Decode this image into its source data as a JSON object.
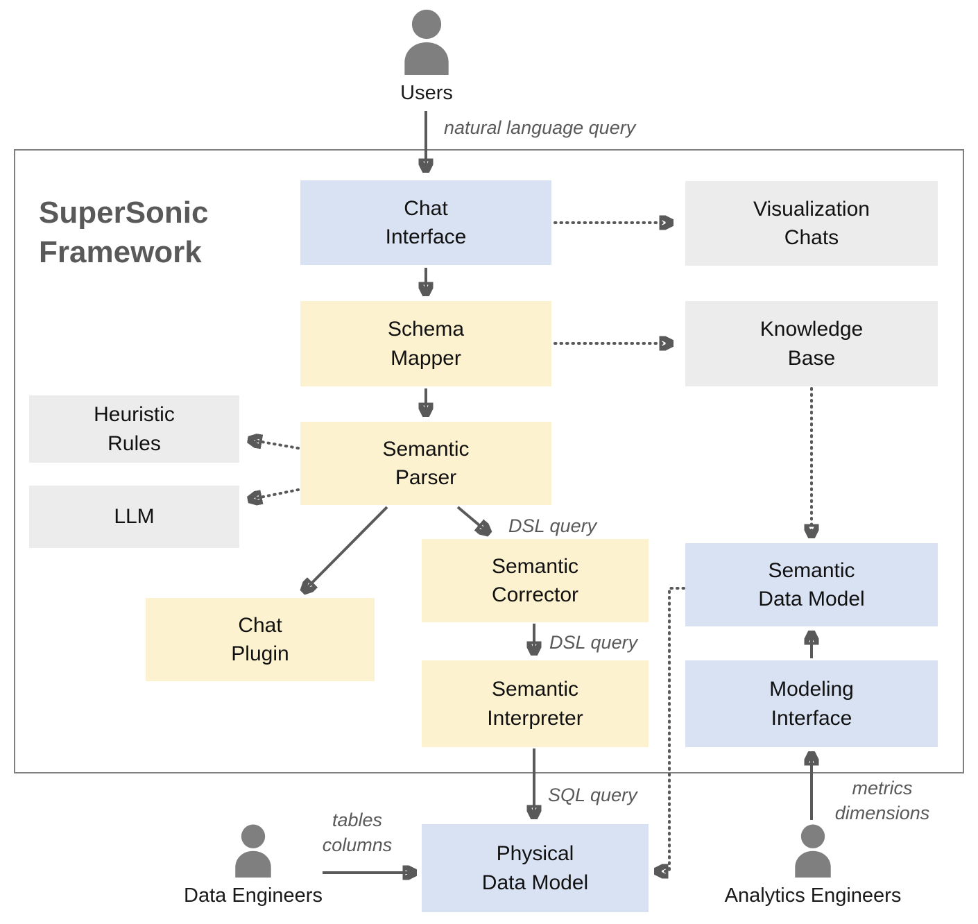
{
  "title": "SuperSonic\nFramework",
  "actors": {
    "users": {
      "label": "Users"
    },
    "data_engineers": {
      "label": "Data Engineers"
    },
    "analytics_engineers": {
      "label": "Analytics Engineers"
    }
  },
  "nodes": {
    "chat_interface": {
      "label": "Chat\nInterface",
      "type": "blue"
    },
    "visualization_chats": {
      "label": "Visualization\nChats",
      "type": "gray"
    },
    "schema_mapper": {
      "label": "Schema\nMapper",
      "type": "yellow"
    },
    "knowledge_base": {
      "label": "Knowledge\nBase",
      "type": "gray"
    },
    "heuristic_rules": {
      "label": "Heuristic\nRules",
      "type": "gray"
    },
    "llm": {
      "label": "LLM",
      "type": "gray"
    },
    "semantic_parser": {
      "label": "Semantic\nParser",
      "type": "yellow"
    },
    "chat_plugin": {
      "label": "Chat\nPlugin",
      "type": "yellow"
    },
    "semantic_corrector": {
      "label": "Semantic\nCorrector",
      "type": "yellow"
    },
    "semantic_interpreter": {
      "label": "Semantic\nInterpreter",
      "type": "yellow"
    },
    "semantic_data_model": {
      "label": "Semantic\nData Model",
      "type": "blue"
    },
    "modeling_interface": {
      "label": "Modeling\nInterface",
      "type": "blue"
    },
    "physical_data_model": {
      "label": "Physical\nData Model",
      "type": "blue"
    }
  },
  "edges": [
    {
      "from": "users",
      "to": "chat_interface",
      "style": "solid",
      "label": "natural language query"
    },
    {
      "from": "chat_interface",
      "to": "visualization_chats",
      "style": "dotted",
      "label": ""
    },
    {
      "from": "chat_interface",
      "to": "schema_mapper",
      "style": "solid",
      "label": ""
    },
    {
      "from": "schema_mapper",
      "to": "knowledge_base",
      "style": "dotted",
      "label": ""
    },
    {
      "from": "schema_mapper",
      "to": "semantic_parser",
      "style": "solid",
      "label": ""
    },
    {
      "from": "semantic_parser",
      "to": "heuristic_rules",
      "style": "dotted",
      "label": ""
    },
    {
      "from": "semantic_parser",
      "to": "llm",
      "style": "dotted",
      "label": ""
    },
    {
      "from": "semantic_parser",
      "to": "chat_plugin",
      "style": "solid",
      "label": ""
    },
    {
      "from": "semantic_parser",
      "to": "semantic_corrector",
      "style": "solid",
      "label": "DSL query"
    },
    {
      "from": "semantic_corrector",
      "to": "semantic_interpreter",
      "style": "solid",
      "label": "DSL query"
    },
    {
      "from": "semantic_interpreter",
      "to": "physical_data_model",
      "style": "solid",
      "label": "SQL query"
    },
    {
      "from": "knowledge_base",
      "to": "semantic_data_model",
      "style": "dotted",
      "label": ""
    },
    {
      "from": "modeling_interface",
      "to": "semantic_data_model",
      "style": "solid",
      "label": ""
    },
    {
      "from": "analytics_engineers",
      "to": "modeling_interface",
      "style": "solid",
      "label": "metrics\ndimensions"
    },
    {
      "from": "semantic_data_model",
      "to": "physical_data_model",
      "style": "dotted",
      "label": ""
    },
    {
      "from": "data_engineers",
      "to": "physical_data_model",
      "style": "solid",
      "label": "tables\ncolumns"
    }
  ],
  "colors": {
    "node_blue": "#d9e2f3",
    "node_yellow": "#fdf2cf",
    "node_gray": "#ececec",
    "frame_border": "#7f7f7f",
    "arrow": "#595959",
    "title_text": "#595959",
    "person_icon": "#7f7f7f",
    "edge_label_text": "#595959",
    "node_text": "#111111"
  }
}
